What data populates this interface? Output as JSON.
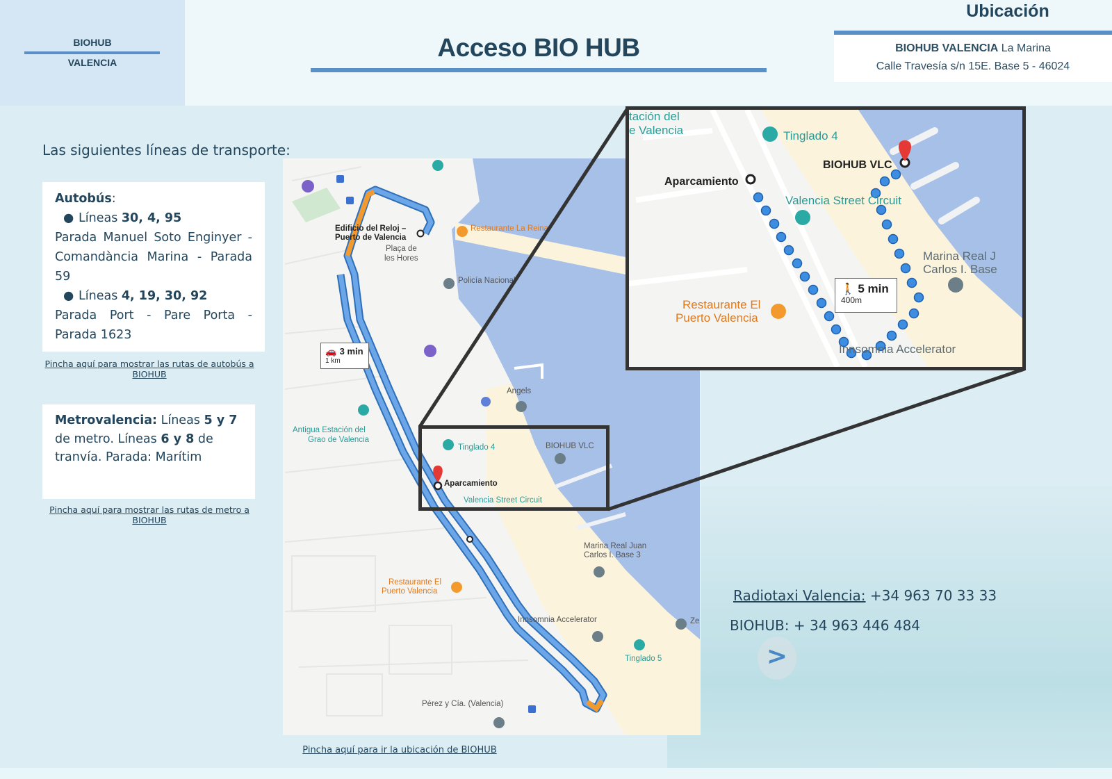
{
  "logo": {
    "line1": "BIOHUB",
    "line2": "VALENCIA"
  },
  "header": {
    "title": "Acceso BIO HUB",
    "section": "Ubicación",
    "address_bold": "BIOHUB VALENCIA",
    "address_rest": " La Marina",
    "address_line2": "Calle Travesía s/n 15E. Base 5 - 46024"
  },
  "transport": {
    "intro": "Las siguientes líneas de transporte:",
    "bus": {
      "heading": "Autobús",
      "colon": ":",
      "bullet1_prefix": "Líneas ",
      "bullet1_lines": "30, 4, 95",
      "stop1": "Parada Manuel Soto Enginyer - Comandància Marina - Parada 59",
      "bullet2_prefix": "Líneas ",
      "bullet2_lines": "4, 19, 30, 92",
      "stop2": "Parada Port - Pare Porta - Parada 1623"
    },
    "bus_link_1": "Pincha aquí para mostrar las rutas de autobús a",
    "bus_link_2": "BIOHUB ",
    "metro": {
      "heading": "Metrovalencia:",
      "t1": "  Líneas ",
      "b1": "5 y 7",
      "t2": " de metro. Líneas ",
      "b2": "6 y 8",
      "t3": " de tranvía. Parada: Marítim"
    },
    "metro_link_1": "Pincha aquí para mostrar las rutas de metro a",
    "metro_link_2": "BIOHUB "
  },
  "map": {
    "labels": [
      "Edificio del Reloj –",
      "Puerto de Valencia",
      "Restaurante La Reina",
      "Plaça de",
      "les Hores",
      "Policía Nacional",
      "Angels",
      "Antigua Estación del",
      "Grao de Valencia",
      "Tinglado 4",
      "BIOHUB VLC",
      "Aparcamiento",
      "Valencia Street Circuit",
      "Marina Real Juan",
      "Carlos I. Base 3",
      "Restaurante El",
      "Puerto Valencia",
      "Innsomnia Accelerator",
      "Tinglado 5",
      "Pérez y Cía. (Valencia)",
      "Ze"
    ],
    "drive_time": "3 min",
    "drive_distance": "1 km",
    "link": "Pincha aquí para ir la ubicación de  BIOHUB"
  },
  "inset": {
    "labels": [
      "tación del",
      "e Valencia",
      "Tinglado 4",
      "BIOHUB VLC",
      "Aparcamiento",
      "Valencia Street Circuit",
      "Marina Real J",
      "Carlos I. Base",
      "Restaurante El",
      "Puerto Valencia",
      "Innsomnia Accelerator"
    ],
    "walk_time": "5 min",
    "walk_distance": "400m"
  },
  "contact": {
    "taxi_label": "Radiotaxi Valencia:",
    "taxi_phone": " +34 963 70 33 33",
    "biohub": "BIOHUB: + 34 963 446 484"
  },
  "colors": {
    "accent": "#5b8fc8",
    "text": "#23465c",
    "route": "#4a90d9",
    "water": "#a7c0e8"
  }
}
